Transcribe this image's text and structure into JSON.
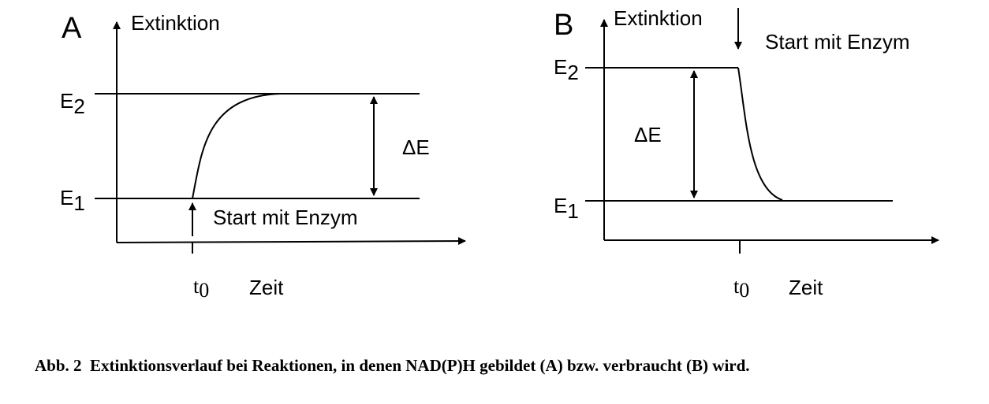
{
  "panel_a": {
    "letter": "A",
    "y_label": "Extinktion",
    "e2": "E",
    "e2_sub": "2",
    "e1": "E",
    "e1_sub": "1",
    "delta_label": "ΔE",
    "start_label": "Start mit Enzym",
    "t0": "t",
    "t0_sub": "0",
    "x_label": "Zeit"
  },
  "panel_b": {
    "letter": "B",
    "y_label": "Extinktion",
    "e2": "E",
    "e2_sub": "2",
    "e1": "E",
    "e1_sub": "1",
    "delta_label": "ΔE",
    "start_label": "Start mit Enzym",
    "t0": "t",
    "t0_sub": "0",
    "x_label": "Zeit"
  },
  "caption": {
    "number": "Abb. 2",
    "text": "Extinktionsverlauf bei Reaktionen, in denen NAD(P)H gebildet (A) bzw. verbraucht (B) wird."
  }
}
